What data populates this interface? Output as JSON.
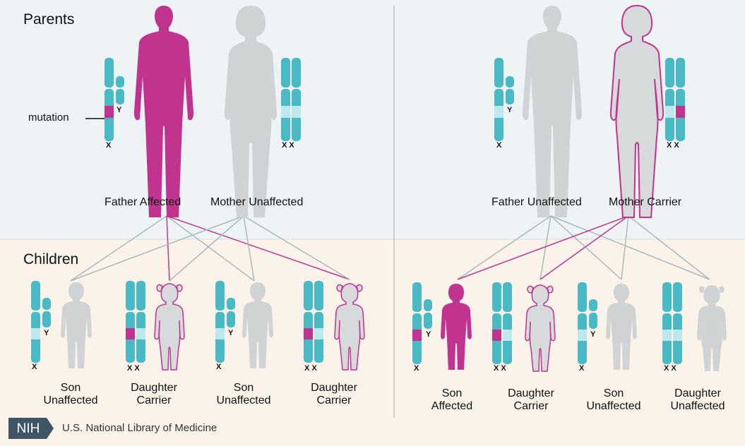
{
  "sections": {
    "parents": "Parents",
    "children": "Children"
  },
  "annotation": "mutation",
  "chrom_labels": {
    "x": "X",
    "y": "Y",
    "xx": "X X"
  },
  "left_family": {
    "father": "Father Affected",
    "mother": "Mother Unaffected",
    "children": [
      {
        "line1": "Son",
        "line2": "Unaffected"
      },
      {
        "line1": "Daughter",
        "line2": "Carrier"
      },
      {
        "line1": "Son",
        "line2": "Unaffected"
      },
      {
        "line1": "Daughter",
        "line2": "Carrier"
      }
    ]
  },
  "right_family": {
    "father": "Father Unaffected",
    "mother": "Mother Carrier",
    "children": [
      {
        "line1": "Son",
        "line2": "Affected"
      },
      {
        "line1": "Daughter",
        "line2": "Carrier"
      },
      {
        "line1": "Son",
        "line2": "Unaffected"
      },
      {
        "line1": "Daughter",
        "line2": "Unaffected"
      }
    ]
  },
  "footer": {
    "logo": "NIH",
    "org": "U.S. National Library of Medicine"
  },
  "colors": {
    "parents_bg": "#eef4f5",
    "children_bg": "#fbf3ea",
    "affected": "#c0338f",
    "unaffected": "#cfd3d4",
    "chromosome": "#49b9c6",
    "chromosome_band": "#bfe8ec",
    "logo": "#3f5566"
  }
}
